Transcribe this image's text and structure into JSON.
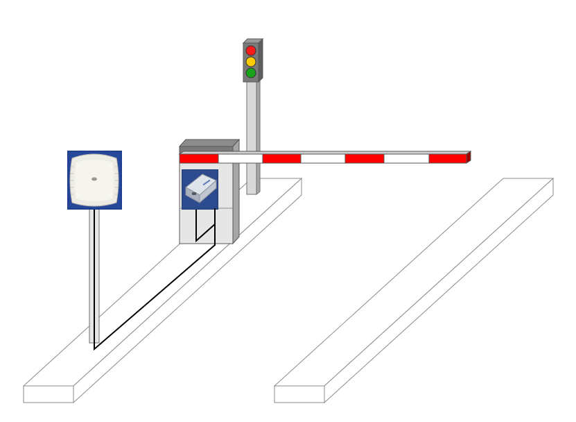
{
  "scene": {
    "background": "#ffffff",
    "colors": {
      "curb_stroke": "#8a8a8a",
      "pole_fill": "#d9d9d9",
      "pole_stroke": "#6f6f6f",
      "traffic_housing": "#7a7a7a",
      "light_red": "#ff1a1a",
      "light_yellow": "#ffcc00",
      "light_green": "#1aa31a",
      "boom_red": "#ff0000",
      "boom_white": "#ffffff",
      "cabinet_front": "#e6e6e6",
      "cabinet_top": "#8c8c8c",
      "cabinet_side": "#a6a6a6",
      "cable": "#000000",
      "antenna_bg": "#1f3f8f",
      "antenna_body": "#ecebe4",
      "controller_bg": "#233a73",
      "controller_body": "#c9ced6"
    },
    "traffic_light": {
      "states": [
        "red",
        "yellow",
        "green"
      ],
      "icon": "traffic-light-icon"
    },
    "boom_barrier": {
      "segments": [
        "red",
        "white",
        "red",
        "white",
        "red",
        "white",
        "red"
      ],
      "icon": "boom-barrier-icon"
    },
    "rfid_reader_antenna": {
      "icon": "rfid-antenna-icon"
    },
    "rfid_controller": {
      "icon": "rfid-controller-icon"
    },
    "curbs": {
      "count": 2
    }
  }
}
